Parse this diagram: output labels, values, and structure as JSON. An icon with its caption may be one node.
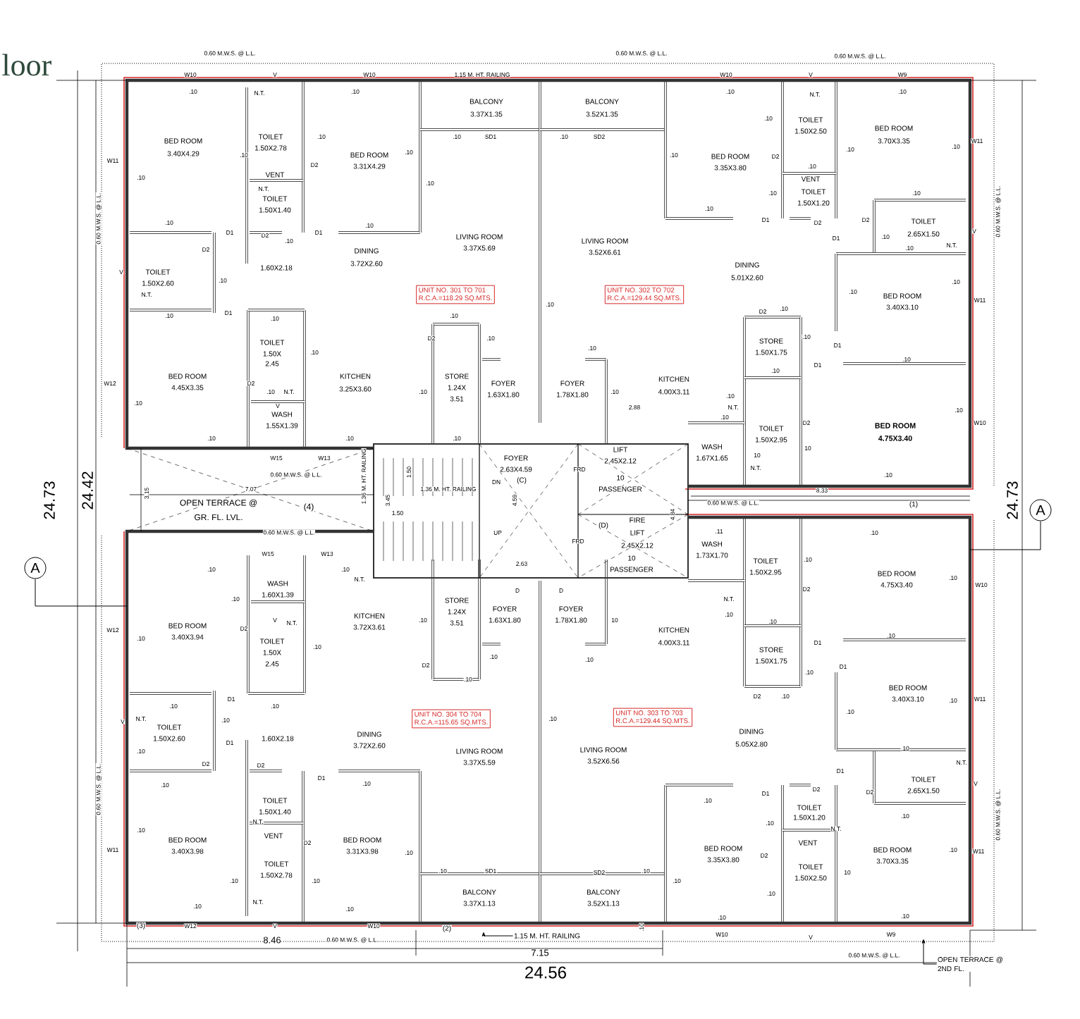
{
  "diagram": {
    "title": "loor",
    "nodes": [
      {
        "text": [
          "UNIT NO. 301 TO 701",
          "R.C.A.=118.29 SQ.MTS."
        ]
      },
      {
        "text": [
          "UNIT NO. 302 TO 702",
          "R.C.A.=129.44 SQ.MTS."
        ]
      },
      {
        "text": [
          "A"
        ]
      },
      {
        "text": [
          "A"
        ]
      },
      {
        "text": [
          "UNIT NO. 304 TO 704",
          "R.C.A.=115.65 SQ.MTS."
        ]
      },
      {
        "text": [
          "UNIT NO. 303 TO 703",
          "R.C.A.=129.44 SQ.MTS."
        ]
      },
      {
        "text": [
          "1.15 M. HT. RAILING"
        ]
      },
      {
        "text": [
          "OPEN TERRACE @ 2ND FL."
        ]
      }
    ],
    "edges": [
      {
        "from": 6,
        "to": null,
        "arrow": "to"
      },
      {
        "from": 7,
        "to": null,
        "arrow": "to"
      }
    ],
    "labels": [
      "0.60 M.W.S. @ L.L.",
      "0.60 M.W.S. @ L.L.",
      "0.60 M.W.S. @ L.L.",
      "W10",
      "V",
      "W10",
      "1.15 M. HT. RAILING",
      "W10",
      "V",
      "W9",
      ".10",
      "N.T.",
      ".10",
      ".10",
      "N.T.",
      ".10",
      "BALCONY",
      "3.37X1.35",
      "BALCONY",
      "3.52X1.35",
      "BED ROOM",
      "3.40X4.29",
      "TOILET",
      "1.50X2.78",
      ".10",
      ".10",
      "TOILET",
      "1.50X2.50",
      "BED ROOM",
      "3.70X3.35",
      ".10",
      "SD1",
      ".10",
      "SD2",
      ".10",
      "W11",
      "D2",
      "BED ROOM",
      "3.31X4.29",
      ".10",
      ".10",
      "BED ROOM",
      "3.35X3.80",
      "D2",
      ".10",
      ".10",
      "W11",
      ".10",
      "VENT",
      "N.T.",
      "TOILET",
      "1.50X1.40",
      ".10",
      ".10",
      "VENT",
      "TOILET",
      "1.50X1.20",
      ".10",
      ".10",
      ".10",
      ".10",
      "D1",
      "D2",
      ".10",
      "D1",
      ".10",
      "D1",
      "D2",
      "D2",
      "TOILET",
      "2.65X1.50",
      "V",
      "D1",
      ".10",
      ".10",
      "N.T.",
      "V",
      "N.T.",
      "TOILET",
      "1.50X2.60",
      "D2",
      ".10",
      "1.60X2.18",
      "DINING",
      "3.72X2.60",
      "LIVING ROOM",
      "3.37X5.69",
      "LIVING ROOM",
      "3.52X6.61",
      "DINING",
      "5.01X2.60",
      ".10",
      "BED ROOM",
      "3.40X3.10",
      ".10",
      "W11",
      ".10",
      ".10",
      "D1",
      ".10",
      "D2",
      ".10",
      ".10",
      "TOILET",
      "1.50X",
      "2.45",
      ".10",
      "D2",
      ".10",
      ".10",
      "STORE",
      "1.50X1.75",
      ".10",
      ".10",
      "D1",
      "D1",
      ".10",
      "W12",
      ".10",
      "BED ROOM",
      "4.45X3.35",
      "D2",
      ".10",
      "V",
      "WASH",
      "1.55X1.39",
      "N.T.",
      "KITCHEN",
      "3.25X3.60",
      ".10",
      "STORE",
      "1.24X",
      "3.51",
      "FOYER",
      "1.63X1.80",
      "FOYER",
      "1.78X1.80",
      ".10",
      "2.88",
      "KITCHEN",
      "4.00X3.11",
      ".10",
      ".10",
      "N.T.",
      ".10",
      "W10",
      "TOILET",
      "D2",
      "BED ROOM",
      ".10",
      ".10",
      ".10",
      "1.50X2.95",
      "4.75X3.40",
      "10",
      "10",
      "W15",
      "W13",
      "FOYER",
      "2.63X4.59",
      "(C)",
      "LIFT",
      "2.45X2.12",
      "WASH",
      "1.67X1.65",
      "7.07",
      "0.60 M.W.S. @ L.L.",
      "1.36 M. HT. RAILING",
      "1.50",
      "1.36 M. HT. RAILING",
      "DN",
      "FRD",
      "10",
      "PASSENGER",
      "N.T.",
      "8.33",
      ".10",
      "0.60 M.W.S. @ L.L.",
      "(1)",
      "3.15",
      "OPEN TERRACE @",
      "GR. FL. LVL.",
      "(4)",
      "3.45",
      "1.50",
      "UP",
      "4.59",
      "4.84",
      "(D)",
      "FIRE",
      "LIFT",
      "2.45X2.12",
      "FRD",
      ".11",
      "WASH",
      "1.73X1.70",
      "0.60 M.W.S. @ L.L.",
      ".10",
      "W15",
      "W13",
      ".10",
      "WASH",
      ".10",
      "N.T.",
      "2.63",
      "10",
      "PASSENGER",
      "TOILET",
      "1.50X2.95",
      ".10",
      "BED ROOM",
      "4.75X3.40",
      ".10",
      "W10",
      ".10",
      "1.60X1.39",
      "D",
      "D",
      "N.T.",
      "D2",
      "V",
      "N.T.",
      "KITCHEN",
      "3.72X3.61",
      ".10",
      "STORE",
      "1.24X",
      "3.51",
      "FOYER",
      "1.63X1.80",
      "FOYER",
      "1.78X1.80",
      "10",
      "KITCHEN",
      "4.00X3.11",
      ".10",
      ".10",
      "W12",
      ".10",
      "BED ROOM",
      "3.40X3.94",
      "D2",
      "TOILET",
      "1.50X",
      "2.45",
      ".10",
      "D2",
      ".10",
      ".10",
      ".10",
      "STORE",
      "1.50X1.75",
      ".10",
      "D1",
      "D1",
      ".10",
      "N.T.",
      ".10",
      "D1",
      ".10",
      ".10",
      "D2",
      ".10",
      ".10",
      "BED ROOM",
      "3.40X3.10",
      ".10",
      "W11",
      "V",
      ".10",
      "TOILET",
      "1.50X2.60",
      ".10",
      "D1",
      "1.60X2.18",
      "DINING",
      "3.72X2.60",
      "LIVING ROOM",
      "3.37X5.59",
      "LIVING ROOM",
      "3.52X6.56",
      "DINING",
      "5.05X2.80",
      ".10",
      "N.T.",
      ".10",
      ".10",
      "D2",
      "N.T.",
      "D2",
      "TOILET",
      "1.50X1.40",
      "D1",
      ".10",
      ".10",
      "D1",
      ".10",
      "TOILET",
      "1.50X1.20",
      "D2",
      "N.T.",
      "D1",
      "D2",
      ".10",
      "TOILET",
      "2.65X1.50",
      "V",
      "W11",
      "BED ROOM",
      "3.40X3.98",
      "VENT",
      "D2",
      "BED ROOM",
      "3.31X3.98",
      ".10",
      "BED ROOM",
      "3.35X3.80",
      "D2",
      "VENT",
      "BED ROOM",
      "3.70X3.35",
      ".10",
      "W11",
      "TOILET",
      "1.50X2.78",
      "TOILET",
      "1.50X2.50",
      "10",
      ".10",
      ".10",
      ".10",
      "SD1",
      "SD2",
      ".10",
      ".10",
      ".10",
      ".10",
      "N.T.",
      ".10",
      "BALCONY",
      "3.37X1.13",
      "BALCONY",
      "3.52X1.13",
      ".10",
      ".10",
      "(3)",
      "W12",
      "V",
      "W10",
      "(2)",
      ".10",
      "W10",
      "V",
      "W9",
      "8.46",
      "0.60 M.W.S. @ L.L.",
      "7.15",
      "0.60 M.W.S. @ L.L.",
      "24.56",
      "24.73",
      "24.42",
      "24.73",
      "0.60 M.W.S. @ L.L.",
      "0.60 M.W.S. @ L.L.",
      "0.60 M.W.S. @ L.L.",
      "0.60 M.W.S. @ L.L."
    ]
  }
}
